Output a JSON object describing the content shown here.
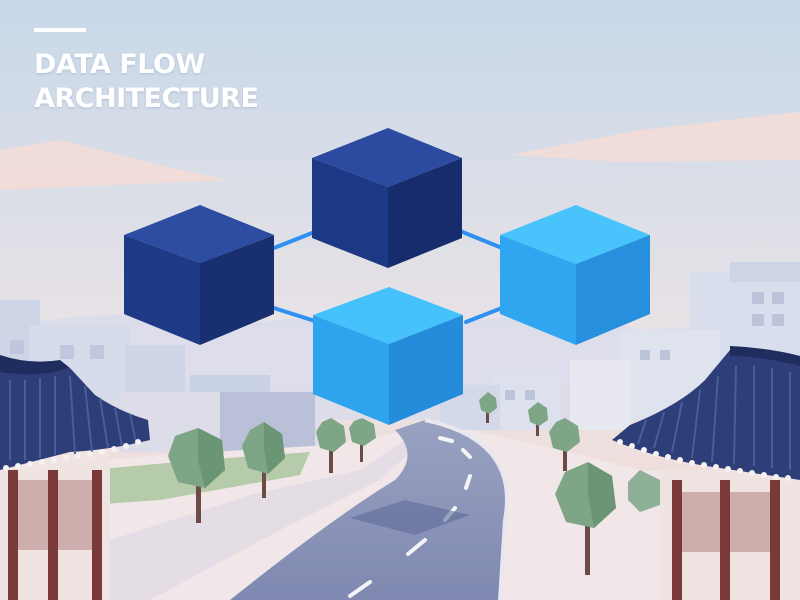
{
  "title": {
    "line1": "DATA FLOW",
    "line2": "ARCHITECTURE"
  },
  "palette": {
    "sky_top": "#c9d9ea",
    "sky_bottom": "#f3dcd6",
    "cube_dark": "#1e3f8f",
    "cube_light": "#2fa9f3",
    "connector": "#2f8ff0",
    "road": "#8b93b8",
    "roof": "#2c3f78",
    "tree": "#76a383"
  },
  "icons": [
    "cube-icon",
    "connector-line",
    "hanok-roof",
    "tree",
    "road"
  ]
}
